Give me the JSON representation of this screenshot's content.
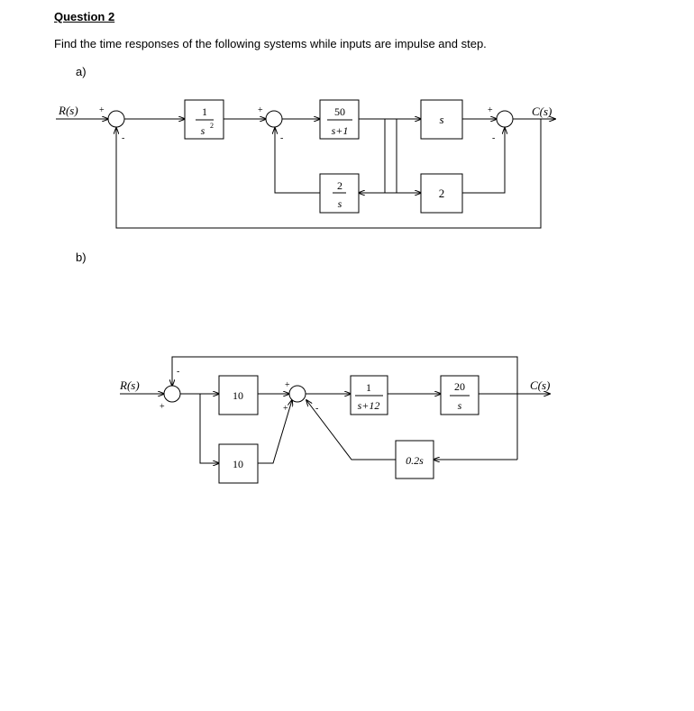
{
  "question": {
    "title": "Question 2",
    "prompt": "Find the time responses of the following systems while inputs are impulse and step."
  },
  "diagram_a": {
    "label": "a)",
    "input": "R(s)",
    "output": "C(s)",
    "blocks": {
      "g1": {
        "num": "1",
        "den": "s",
        "den_exp": "2"
      },
      "g2": {
        "num": "50",
        "den": "s+1"
      },
      "g3": {
        "num": "2",
        "den": "s"
      },
      "g4": {
        "text": "s"
      },
      "g5": {
        "text": "2"
      }
    },
    "signs": {
      "j1_plus": "+",
      "j1_minus": "-",
      "j2_plus": "+",
      "j2_minus": "-",
      "j3_plus": "+",
      "j3_minus": "-"
    }
  },
  "diagram_b": {
    "label": "b)",
    "input": "R(s)",
    "output": "C(s)",
    "blocks": {
      "g1": {
        "text": "10"
      },
      "g2": {
        "text": "10"
      },
      "g3": {
        "num": "1",
        "den": "s+12"
      },
      "g4": {
        "num": "20",
        "den": "s"
      },
      "g5": {
        "text": "0.2s"
      }
    },
    "signs": {
      "j1_minus": "-",
      "j1_plus": "+",
      "j2_plus_top": "+",
      "j2_plus_bottom": "+",
      "j2_minus": "-"
    }
  }
}
